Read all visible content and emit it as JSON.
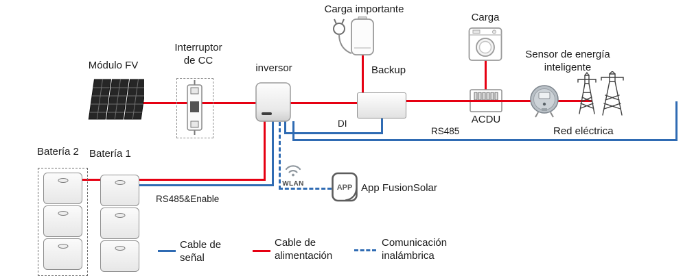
{
  "diagram": {
    "nodes": {
      "pv": {
        "label": "Módulo FV"
      },
      "dc_switch": {
        "label": "Interruptor\nde CC"
      },
      "inverter": {
        "label": "inversor"
      },
      "important_load": {
        "label": "Carga importante"
      },
      "backup": {
        "label": "Backup"
      },
      "load": {
        "label": "Carga"
      },
      "acdu": {
        "label": "ACDU"
      },
      "smart_sensor": {
        "label": "Sensor de energía\ninteligente"
      },
      "grid": {
        "label": "Red eléctrica"
      },
      "battery1": {
        "label": "Batería 1"
      },
      "battery2": {
        "label": "Batería 2"
      },
      "wlan": {
        "label": "WLAN"
      },
      "app": {
        "label": "App FusionSolar",
        "icon_text": "APP"
      }
    },
    "wire_labels": {
      "di": "DI",
      "rs485": "RS485",
      "rs485_enable": "RS485&Enable"
    },
    "legend": [
      {
        "kind": "signal",
        "label": "Cable de\nseñal",
        "color": "#2f6bb3"
      },
      {
        "kind": "power",
        "label": "Cable de\nalimentación",
        "color": "#e60012"
      },
      {
        "kind": "wireless",
        "label": "Comunicación\ninalámbrica",
        "color": "#2f6bb3"
      }
    ],
    "colors": {
      "power": "#e60012",
      "signal": "#2f6bb3",
      "text": "#1a1a1a"
    }
  }
}
